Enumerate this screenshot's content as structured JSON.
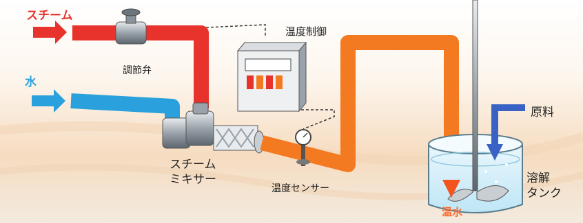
{
  "labels": {
    "steam": "スチーム",
    "water": "水",
    "control_valve": "調節弁",
    "temperature_control": "温度制御",
    "steam_mixer_line1": "スチーム",
    "steam_mixer_line2": "ミキサー",
    "temperature_sensor": "温度センサー",
    "raw_material": "原料",
    "dissolution_tank_line1": "溶解",
    "dissolution_tank_line2": "タンク",
    "hot_water": "温水"
  },
  "colors": {
    "steam": "#e8332c",
    "water": "#2aa1dc",
    "hot_water": "#f47a22",
    "raw_material_arrow": "#3a62c4"
  }
}
